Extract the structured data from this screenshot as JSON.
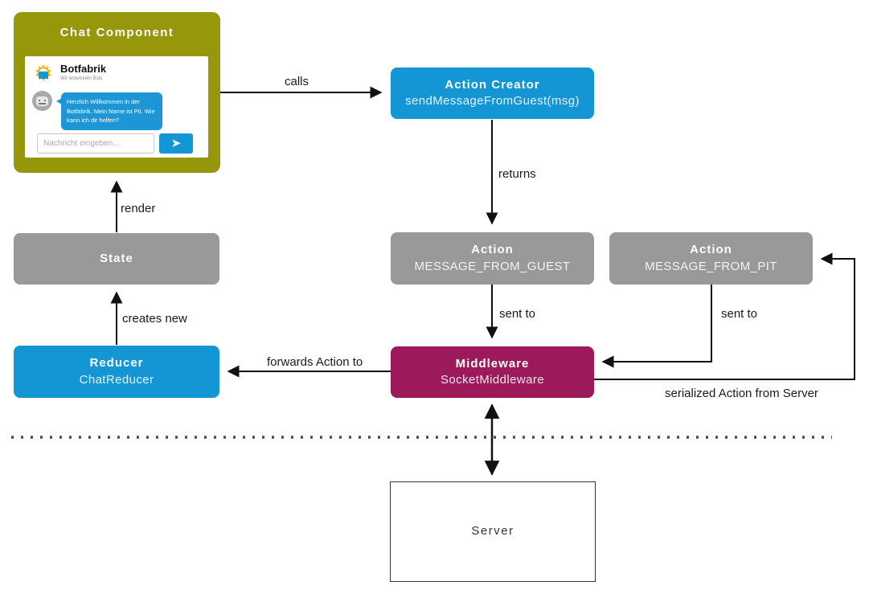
{
  "diagram_title": "Redux chat architecture diagram",
  "colors": {
    "olive": "#97970b",
    "blue": "#1496d5",
    "gray": "#999999",
    "maroon": "#9c1a5b",
    "bubble_blue": "#1e96d6",
    "line_black": "#111111",
    "dotted_separator": "#4a4a4a"
  },
  "nodes": {
    "chat_component": {
      "title": "Chat Component",
      "widget": {
        "brand": "Botfabrik",
        "brand_subtitle": "Wir entwickeln Bots",
        "logo_icon": "gear-robot-icon",
        "bot_message": "Herzlich Willkommen in der Botfabrik. Mein Name ist Pit. Wie kann ich dir helfen?",
        "input_placeholder": "Nachricht eingeben...",
        "send_icon": "paper-plane-icon"
      }
    },
    "action_creator": {
      "title": "Action Creator",
      "subtitle": "sendMessageFromGuest(msg)"
    },
    "action_from_guest": {
      "title": "Action",
      "subtitle": "MESSAGE_FROM_GUEST"
    },
    "action_from_pit": {
      "title": "Action",
      "subtitle": "MESSAGE_FROM_PIT"
    },
    "middleware": {
      "title": "Middleware",
      "subtitle": "SocketMiddleware"
    },
    "reducer": {
      "title": "Reducer",
      "subtitle": "ChatReducer"
    },
    "state": {
      "title": "State"
    },
    "server": {
      "title": "Server"
    }
  },
  "edges": {
    "calls": "calls",
    "returns": "returns",
    "sent_to_guest": "sent to",
    "sent_to_pit": "sent to",
    "forwards_action_to": "forwards Action to",
    "creates_new": "creates new",
    "render": "render",
    "serialized_action": "serialized Action from Server"
  }
}
